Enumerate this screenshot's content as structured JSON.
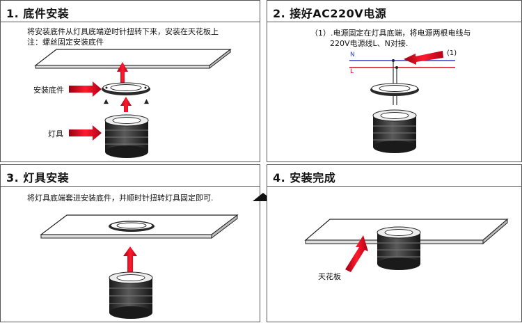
{
  "steps": [
    {
      "title": "1. 底件安装",
      "desc_line1": "将安装底件从灯具底端逆时针扭转下来，安装在天花板上",
      "desc_line2": "注：螺丝固定安装底件",
      "label_base": "安装底件",
      "label_lamp": "灯具"
    },
    {
      "title": "2. 接好AC220V电源",
      "desc_line1": "（1）.电源固定在灯具底端，将电源两根电线与",
      "desc_line2": "220V电源线L、N对接.",
      "wire_n": "N",
      "wire_l": "L",
      "callout": "(1)"
    },
    {
      "title": "3. 灯具安装",
      "desc_line1": "将灯具底端套进安装底件，并顺时针扭转灯具固定即可."
    },
    {
      "title": "4. 安装完成",
      "label_ceiling": "天花板"
    }
  ],
  "colors": {
    "arrow": "#e0001b",
    "wire_n": "#2a3fd0",
    "wire_l": "#e0001b",
    "border": "#555555"
  }
}
